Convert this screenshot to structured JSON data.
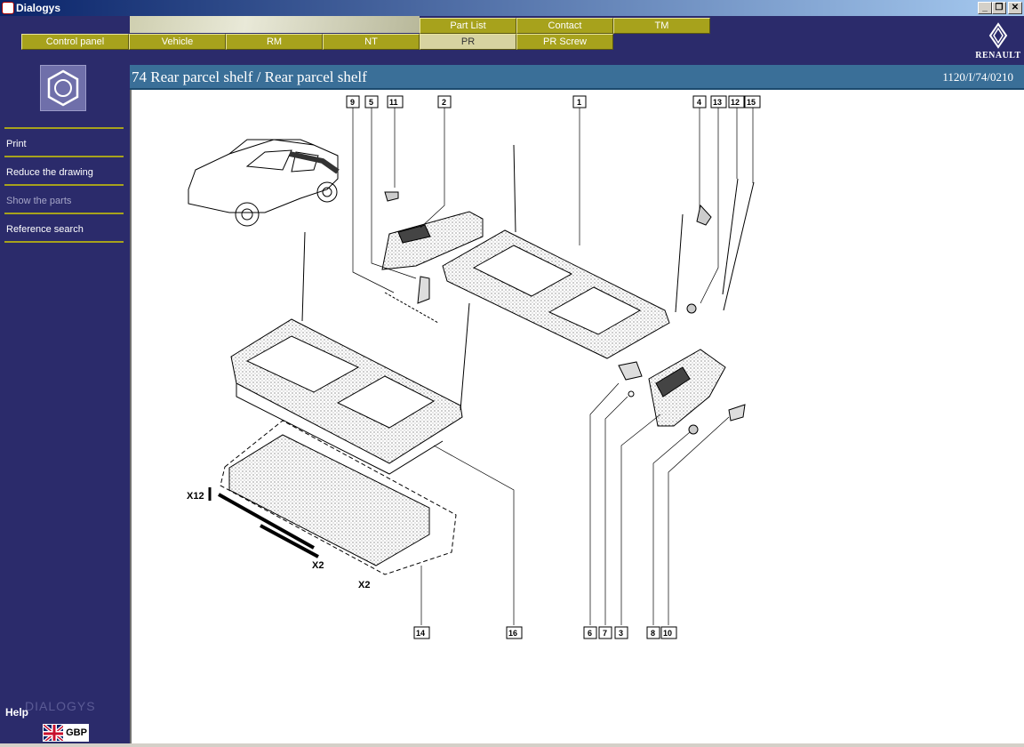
{
  "window": {
    "title": "Dialogys",
    "minimize": "_",
    "restore": "❐",
    "close": "✕"
  },
  "nav_top": [
    "Part List",
    "Contact",
    "TM"
  ],
  "nav_main": [
    "Control panel",
    "Vehicle",
    "RM",
    "NT",
    "PR",
    "PR Screw"
  ],
  "nav_active": "PR",
  "brand_logo_text": "RENAULT",
  "sidebar": {
    "items": [
      "Print",
      "Reduce the drawing",
      "Show the parts",
      "Reference search"
    ],
    "dim_item": "Show the parts",
    "help_label": "Help",
    "brand_watermark": "DIALOGYS",
    "currency": "GBP"
  },
  "content": {
    "title": "74 Rear parcel shelf / Rear parcel shelf",
    "ref": "1120/I/74/0210"
  },
  "drawing": {
    "callouts_top": [
      "9",
      "5",
      "11",
      "2",
      "1",
      "4",
      "13",
      "12",
      "15"
    ],
    "callouts_bottom": [
      "14",
      "16",
      "6",
      "7",
      "3",
      "8",
      "10"
    ],
    "qty_labels": [
      "X12",
      "X2",
      "X2"
    ]
  },
  "colors": {
    "nav_button": "#a7a21c",
    "sidebar_bg": "#2b2b6b",
    "title_bar": "#3a6f98"
  }
}
